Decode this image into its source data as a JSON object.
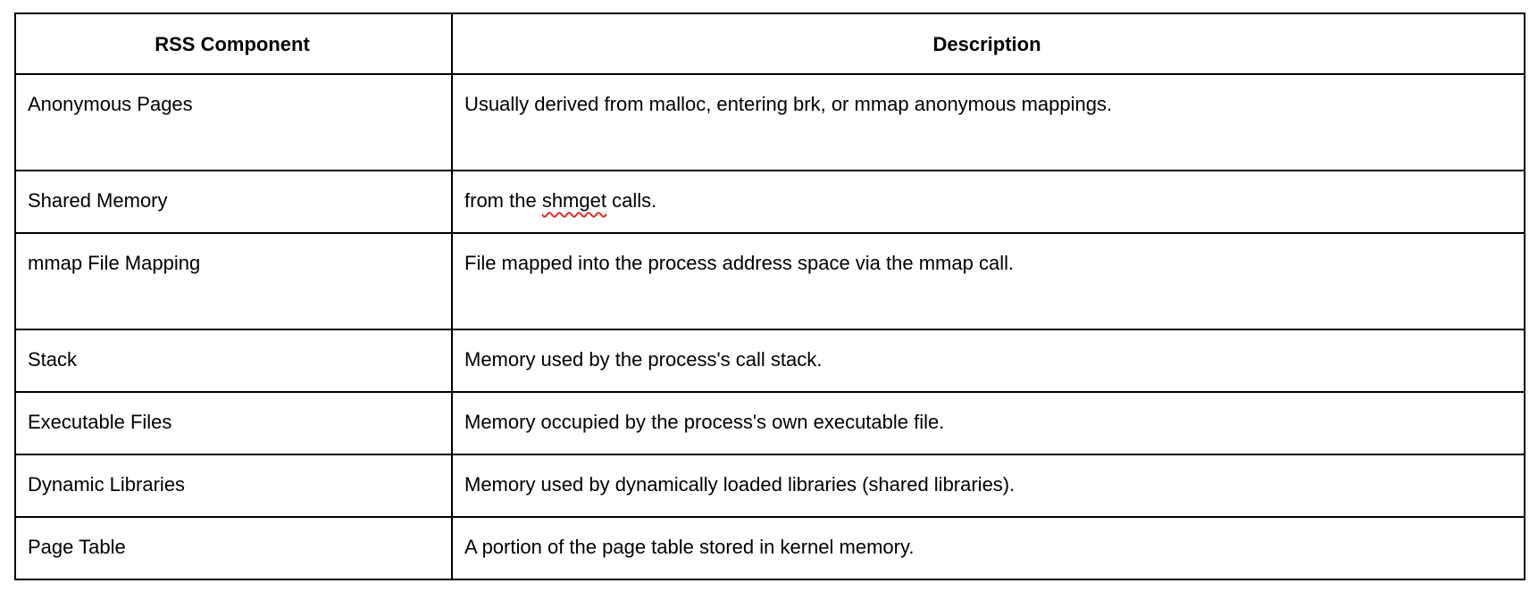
{
  "document": {
    "background_color": "#ffffff",
    "table_border_color": "#000000",
    "spellcheck_underline_color": "#d93025",
    "table": {
      "columns": [
        {
          "label": "RSS Component"
        },
        {
          "label": "Description"
        }
      ],
      "rows": [
        {
          "component": "Anonymous Pages",
          "description": "Usually derived from malloc, entering brk, or mmap anonymous mappings."
        },
        {
          "component": "Shared Memory",
          "description_before": "from the ",
          "misspelled_word": "shmget",
          "description_after": " calls."
        },
        {
          "component": "mmap File Mapping",
          "description": "File mapped into the process address space via the mmap call."
        },
        {
          "component": "Stack",
          "description": "Memory used by the process's call stack."
        },
        {
          "component": "Executable Files",
          "description": "Memory occupied by the process's own executable file."
        },
        {
          "component": "Dynamic Libraries",
          "description": "Memory used by dynamically loaded libraries (shared libraries)."
        },
        {
          "component": "Page Table",
          "description": "A portion of the page table stored in kernel memory."
        }
      ]
    }
  }
}
